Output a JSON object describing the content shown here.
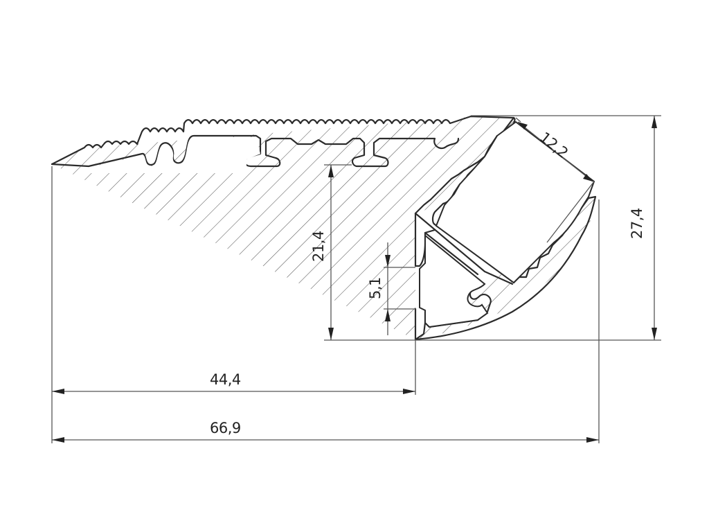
{
  "drawing": {
    "type": "aluminium profile cross-section (corner / stair-nosing LED profile)",
    "line_color": "#2b2b2b",
    "dimension_color": "#555555",
    "background": "#ffffff"
  },
  "dimensions": {
    "overall_width": "66,9",
    "partial_width": "44,4",
    "overall_height": "27,4",
    "inner_height": "21,4",
    "slot_gap": "5,1",
    "channel_width": "12,2"
  }
}
